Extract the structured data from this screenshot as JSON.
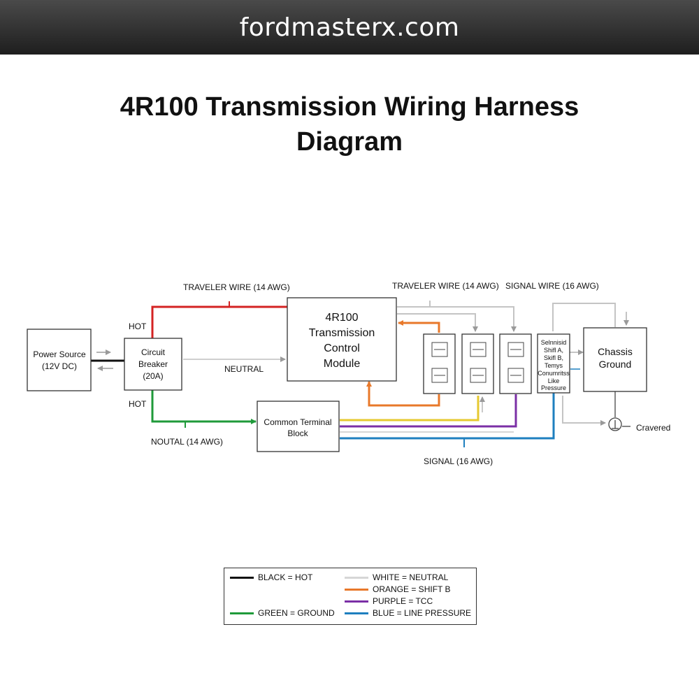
{
  "banner": {
    "text": "fordmasterx.com"
  },
  "title": {
    "line1": "4R100 Transmission Wiring Harness",
    "line2": "Diagram"
  },
  "colors": {
    "hot": "#d42323",
    "black": "#111111",
    "neutral": "#cfcfcf",
    "shift_b": "#e8782a",
    "tcc": "#7b2fa6",
    "line_pressure": "#1e7fbf",
    "ground": "#1f9a3a",
    "yellow": "#e6c930",
    "gray_wire": "#b8b8b8"
  },
  "components": {
    "power_source": {
      "line1": "Power Source",
      "line2": "(12V DC)"
    },
    "circuit_breaker": {
      "line1": "Circuit",
      "line2": "Breaker",
      "line3": "(20A)"
    },
    "tcm": {
      "line1": "4R100",
      "line2": "Transmission",
      "line3": "Control",
      "line4": "Module"
    },
    "common_block": {
      "line1": "Common Terminal",
      "line2": "Block"
    },
    "solenoid_box": {
      "line1": "Selnnisid",
      "line2": "Shifl A,",
      "line3": "Skifl B,",
      "line4": "Temys",
      "line5": "Conumritss",
      "line6": "Like",
      "line7": "Pressure"
    },
    "chassis_ground": {
      "line1": "Chassis",
      "line2": "Ground"
    }
  },
  "labels": {
    "traveler_wire_1": "TRAVELER WIRE (14 AWG)",
    "traveler_wire_2": "TRAVELER WIRE (14 AWG)",
    "signal_wire_top": "SIGNAL WIRE (16 AWG)",
    "hot_top": "HOT",
    "hot_bottom": "HOT",
    "neutral": "NEUTRAL",
    "noutal": "NOUTAL (14 AWG)",
    "signal_bottom": "SIGNAL (16 AWG)",
    "cravered": "Cravered"
  },
  "legend": {
    "items": [
      {
        "label": "BLACK = HOT",
        "color": "#111111"
      },
      {
        "label": "WHITE = NEUTRAL",
        "color": "#d6d6d6"
      },
      {
        "label": "ORANGE = SHIFT B",
        "color": "#e8782a"
      },
      {
        "label": "PURPLE = TCC",
        "color": "#7b2fa6"
      },
      {
        "label": "GREEN = GROUND",
        "color": "#1f9a3a"
      },
      {
        "label": "BLUE = LINE PRESSURE",
        "color": "#1e7fbf"
      }
    ]
  }
}
